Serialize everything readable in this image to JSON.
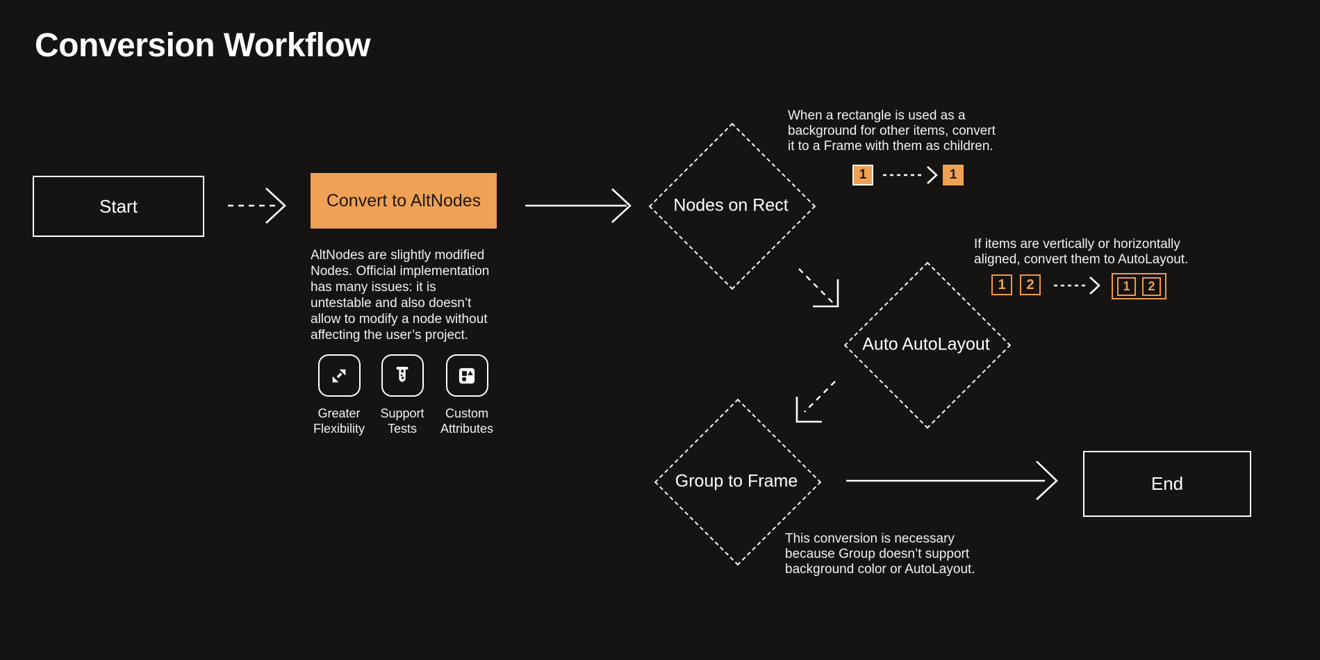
{
  "page": {
    "title": "Conversion Workflow"
  },
  "colors": {
    "background": "#161313",
    "accent_orange": "#EFA156",
    "outline_orange": "#EF9C43",
    "white": "#FFFFFF",
    "dark_text": "#1E1712"
  },
  "nodes": {
    "start": "Start",
    "convert": "Convert to AltNodes",
    "nodes_on_rect": "Nodes on Rect",
    "auto_autolayout": "Auto AutoLayout",
    "group_to_frame": "Group to Frame",
    "end": "End"
  },
  "convert_note": "AltNodes are slightly modified\nNodes. Official implementation\nhas many issues: it is\nuntestable and also doesn’t\nallow to modify a node without\naffecting the user’s project.",
  "features": [
    {
      "icon": "expand-arrows-icon",
      "label": "Greater\nFlexibility"
    },
    {
      "icon": "test-tube-icon",
      "label": "Support\nTests"
    },
    {
      "icon": "shapes-icon",
      "label": "Custom\nAttributes"
    }
  ],
  "annotations": {
    "rect_to_frame": {
      "text": "When a rectangle is used as a\nbackground for other items, convert\nit to a Frame with them as children.",
      "before": "1",
      "after": "1"
    },
    "auto_layout": {
      "text": "If items are vertically or horizontally\naligned, convert them to AutoLayout.",
      "before": [
        "1",
        "2"
      ],
      "after": [
        "1",
        "2"
      ]
    },
    "group_to_frame": {
      "text": "This conversion is necessary\nbecause Group doesn’t support\nbackground color or AutoLayout."
    }
  }
}
